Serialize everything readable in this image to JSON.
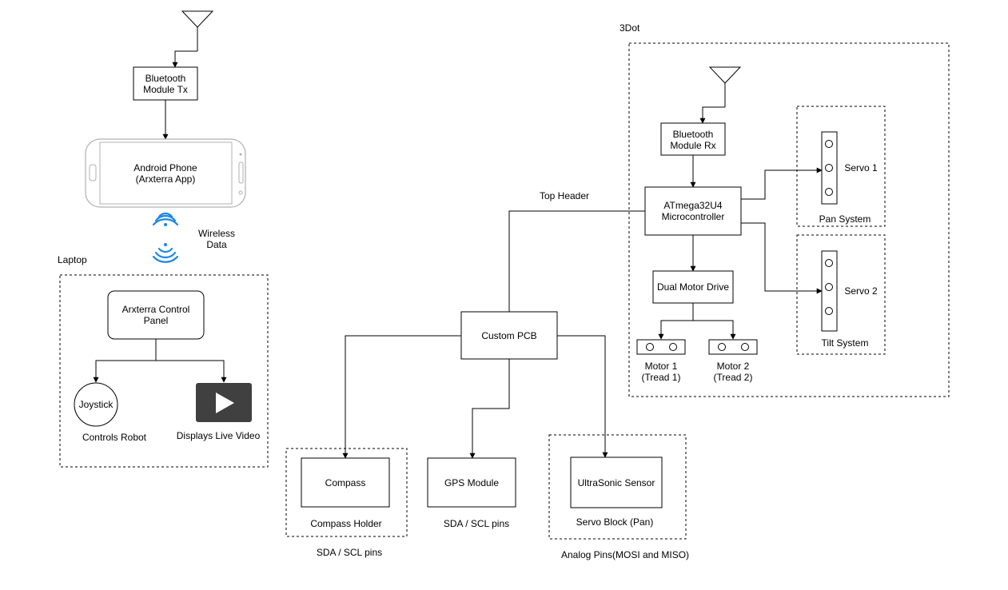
{
  "colors": {
    "wifi": "#1e88e5",
    "video": "#404040",
    "stroke": "#000000"
  },
  "icons": {
    "antenna_tx": "antenna-icon",
    "antenna_rx": "antenna-icon",
    "phone": "smartphone-icon",
    "wifi": "wireless-signal-icon",
    "video": "play-video-icon"
  },
  "labels": {
    "laptop": "Laptop",
    "threedot": "3Dot",
    "top_header": "Top Header",
    "wireless_l1": "Wireless",
    "wireless_l2": "Data",
    "sda_scl_1": "SDA / SCL pins",
    "sda_scl_2": "SDA / SCL pins",
    "analog_pins": "Analog Pins(MOSI and MISO)",
    "controls_robot": "Controls Robot",
    "displays_video": "Displays Live Video",
    "compass_holder": "Compass Holder",
    "servo_block": "Servo Block (Pan)",
    "pan_system": "Pan System",
    "tilt_system": "Tilt System"
  },
  "nodes": {
    "bt_tx": {
      "l1": "Bluetooth",
      "l2": "Module Tx"
    },
    "phone": {
      "l1": "Android Phone",
      "l2": "(Arxterra App)"
    },
    "control_panel": {
      "l1": "Arxterra Control",
      "l2": "Panel"
    },
    "joystick": "Joystick",
    "custom_pcb": "Custom PCB",
    "compass": "Compass",
    "gps": "GPS Module",
    "ultrasonic": "UltraSonic Sensor",
    "bt_rx": {
      "l1": "Bluetooth",
      "l2": "Module Rx"
    },
    "mcu": {
      "l1": "ATmega32U4",
      "l2": "Microcontroller"
    },
    "motor_drive": "Dual Motor Drive",
    "motor1": {
      "l1": "Motor 1",
      "l2": "(Tread 1)"
    },
    "motor2": {
      "l1": "Motor 2",
      "l2": "(Tread 2)"
    },
    "servo1": "Servo 1",
    "servo2": "Servo 2"
  }
}
